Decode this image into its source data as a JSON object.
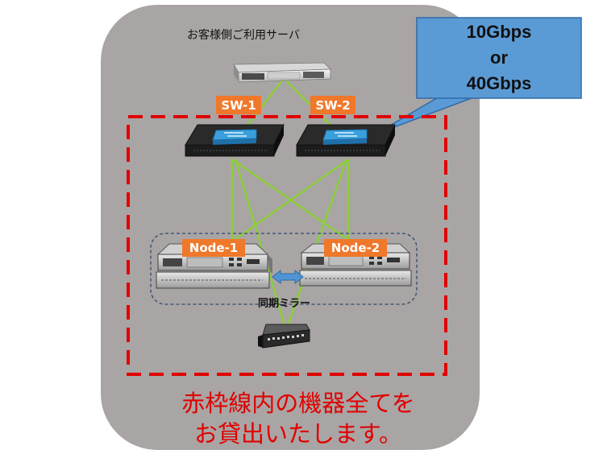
{
  "diagram": {
    "customer_server_label": "お客様側ご利用サーバ",
    "callout": {
      "line1": "10Gbps",
      "line2": "or",
      "line3": "40Gbps"
    },
    "switch_tags": [
      "SW-1",
      "SW-2"
    ],
    "node_tags": [
      "Node-1",
      "Node-2"
    ],
    "mirror_label": "同期ミラー",
    "bottom_text": {
      "line1": "赤枠線内の機器全てを",
      "line2": "お貸出いたします。"
    }
  },
  "colors": {
    "panel_fill": "#a9a5a4",
    "red_border": "#e00000",
    "tag_fill": "#f0782a",
    "callout_fill": "#5b9bd5",
    "link_green": "#8ccf3a",
    "device_dark": "#1c1c1c",
    "switch_blue": "#3aa0dd",
    "arrow_blue": "#4f95d6"
  }
}
